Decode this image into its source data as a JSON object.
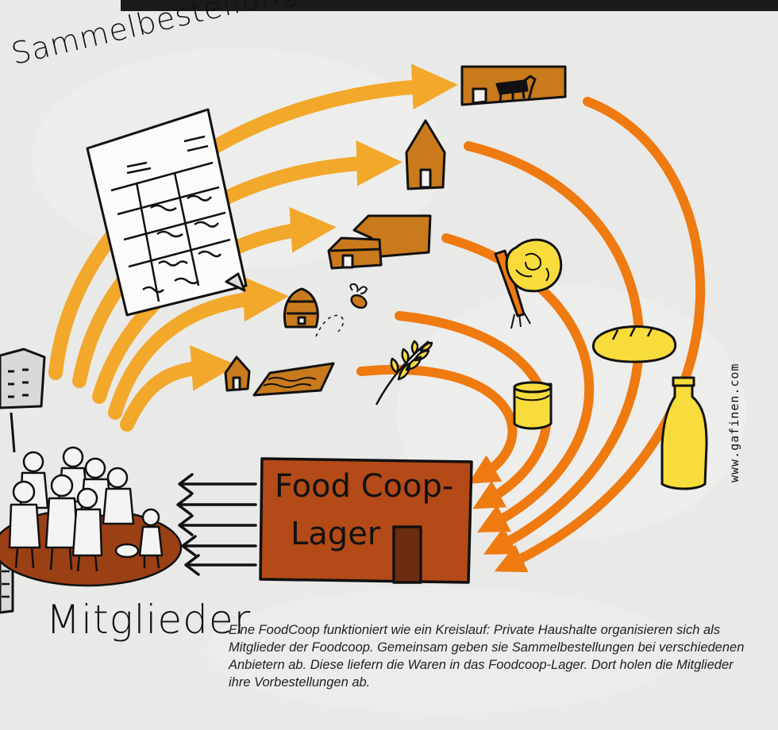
{
  "diagram": {
    "title_top": "Sammelbestellung",
    "title_bottom": "Mitglieder",
    "warehouse_label": {
      "line1": "Food Coop-",
      "line2": "Lager"
    },
    "credit": "www.gafinen.com",
    "caption": "Eine FoodCoop funktioniert wie ein Kreislauf: Private Haushalte organisieren sich als Mitglieder der Foodcoop. Gemeinsam geben sie Sammelbestellungen bei verschiedenen Anbietern ab. Diese liefern die Waren in das Foodcoop-Lager. Dort holen die Mitglieder ihre Vorbestellungen ab."
  },
  "colors": {
    "background": "#e9e9e7",
    "order_arrows": "#f2a82a",
    "delivery_arrows": "#ef7a10",
    "warehouse": "#b44a17",
    "farm_brown": "#c97a1c",
    "product_yellow": "#f7dc3c",
    "outline": "#111111"
  },
  "icons": [
    "order-sheet-icon",
    "cow-barn-icon",
    "bakery-house-icon",
    "dairy-farm-icon",
    "beehive-icon",
    "bee-icon",
    "field-hut-icon",
    "lettuce-carrot-icon",
    "bread-icon",
    "grain-icon",
    "honey-jar-icon",
    "milk-bottle-icon",
    "members-group-icon",
    "apartment-building-icon",
    "warehouse-icon"
  ]
}
